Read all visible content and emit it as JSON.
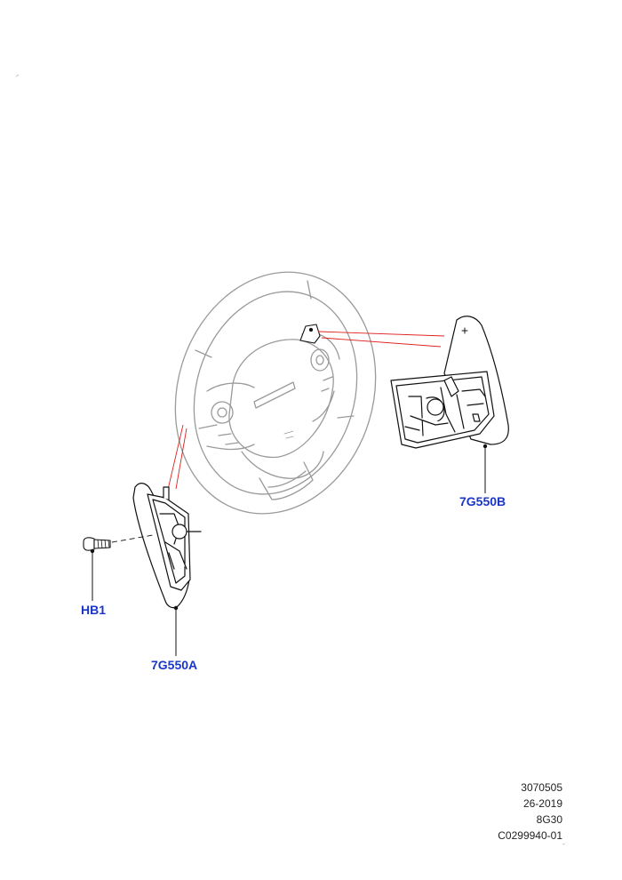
{
  "callouts": {
    "paddle_right": "7G550B",
    "bolt": "HB1",
    "paddle_left": "7G550A"
  },
  "info_block": {
    "line1": "3070505",
    "line2": "26-2019",
    "line3": "8G30",
    "line4": "C0299940-01"
  },
  "colors": {
    "callout": "#1a36c8",
    "leader_red": "#e02020",
    "line_grey": "#9a9a9a",
    "line_dark": "#111111"
  },
  "icons": {
    "steering_wheel": "steering-wheel-icon",
    "paddle": "gearshift-paddle-icon",
    "bolt": "bolt-icon"
  }
}
